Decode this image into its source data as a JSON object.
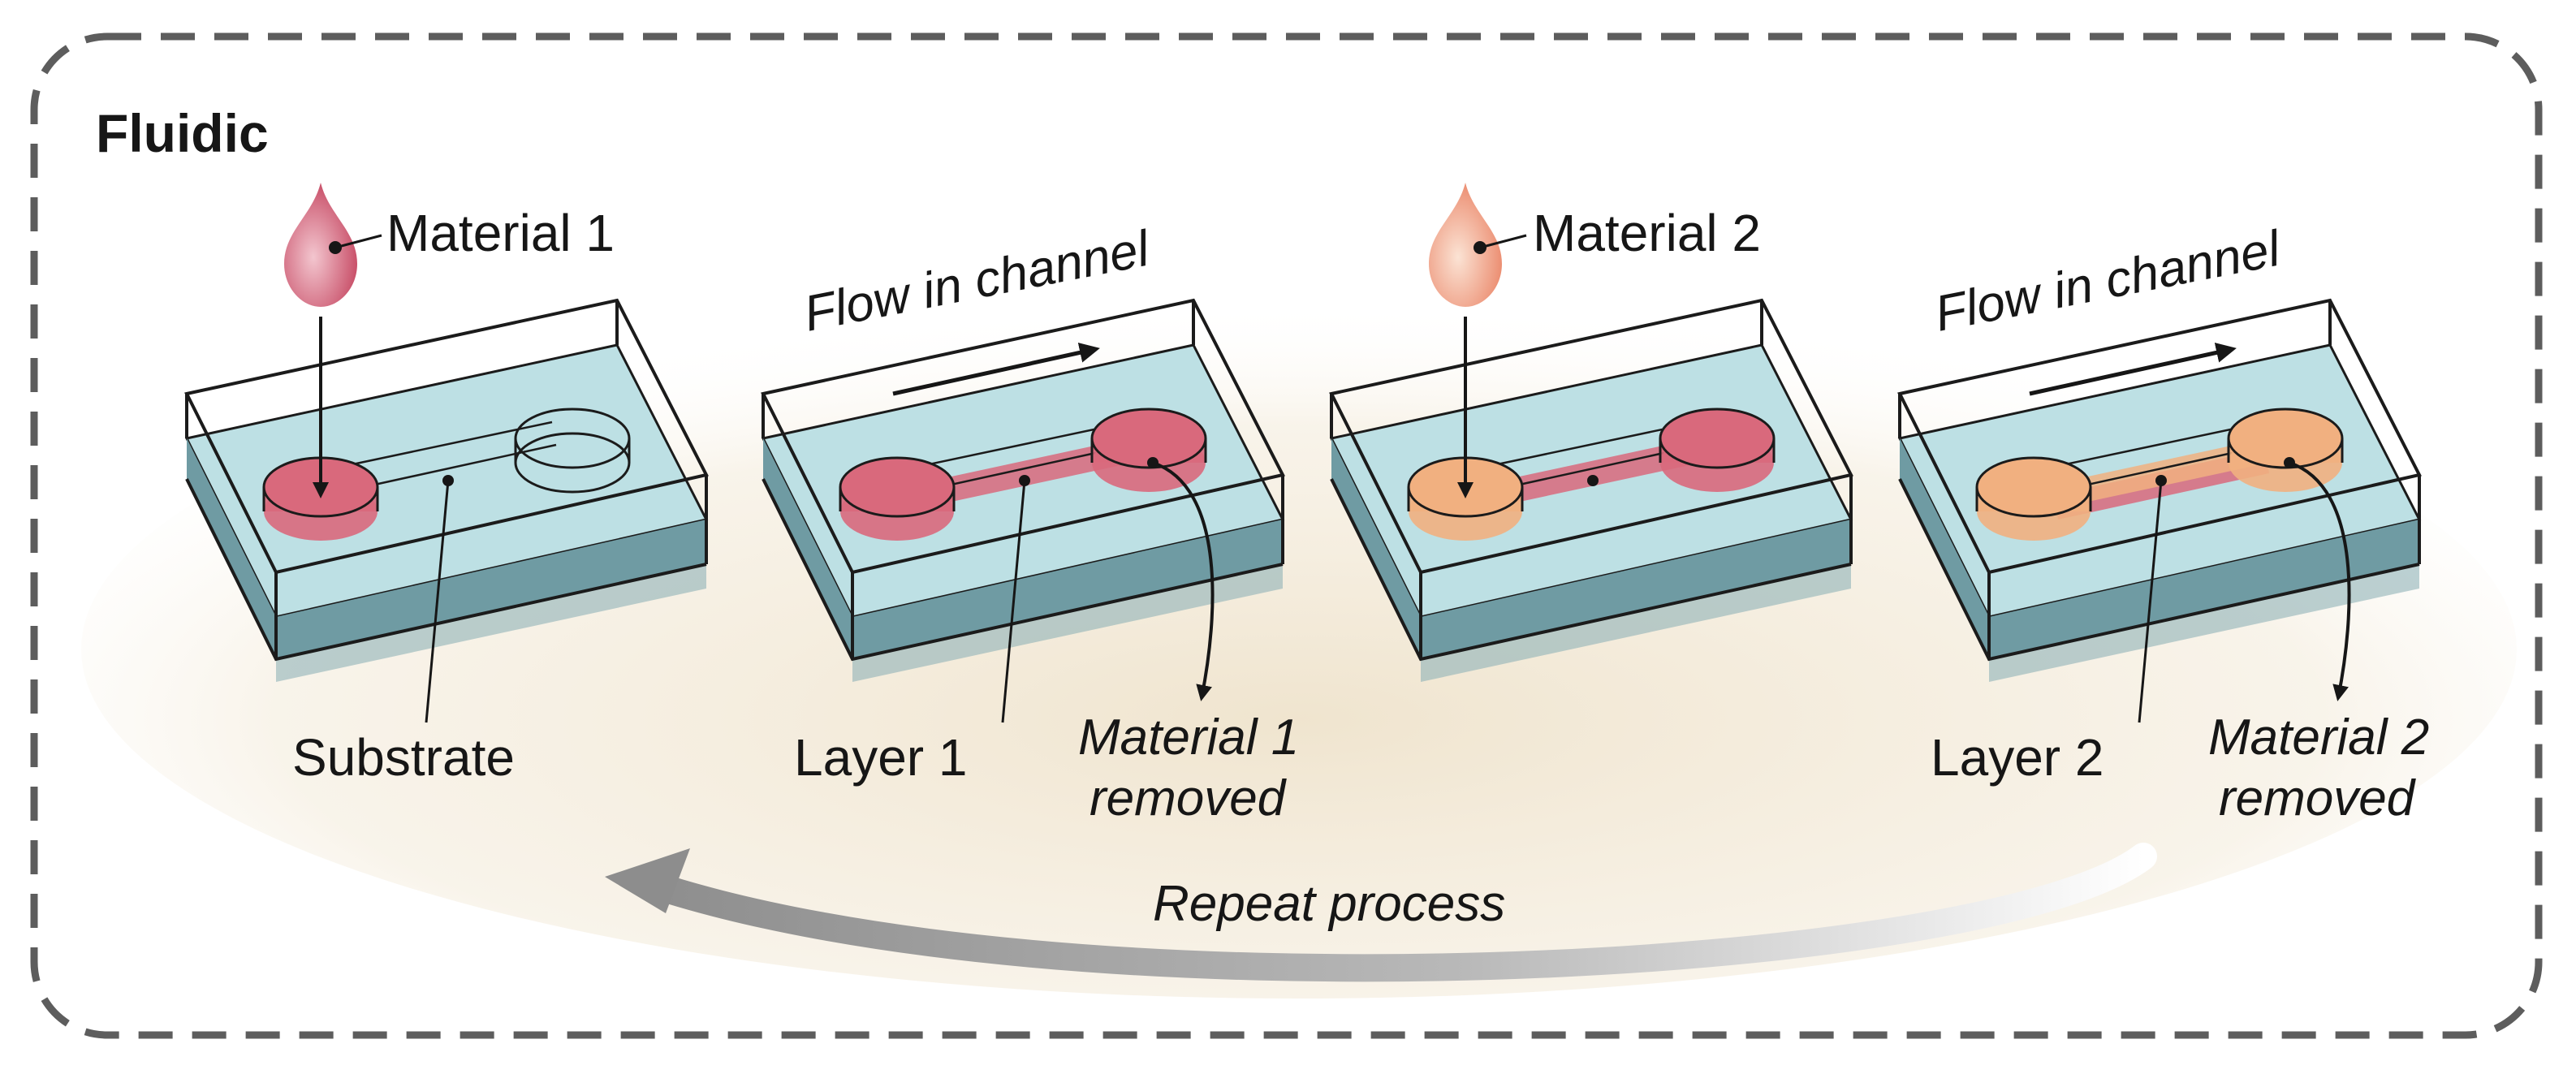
{
  "title": "Fluidic",
  "colors": {
    "substrate_top": "#bde0e4",
    "substrate_side": "#6f9ba3",
    "material_1": "#d9697c",
    "material_2": "#f1b080",
    "frame": "#5d5d5d",
    "background_wash": "#efe3cc",
    "repeat_arrow": "#9a9a9a"
  },
  "stages": [
    {
      "id": "stage-1",
      "drop_label": "Material 1",
      "bottom_label": "Substrate"
    },
    {
      "id": "stage-2",
      "flow_label": "Flow in channel",
      "bottom_label": "Layer 1",
      "removed_label_line1": "Material 1",
      "removed_label_line2": "removed"
    },
    {
      "id": "stage-3",
      "drop_label": "Material 2"
    },
    {
      "id": "stage-4",
      "flow_label": "Flow in channel",
      "bottom_label": "Layer 2",
      "removed_label_line1": "Material 2",
      "removed_label_line2": "removed"
    }
  ],
  "repeat_label": "Repeat process",
  "icons": [
    "droplet-icon",
    "arrow-icon",
    "curved-arrow-icon"
  ]
}
